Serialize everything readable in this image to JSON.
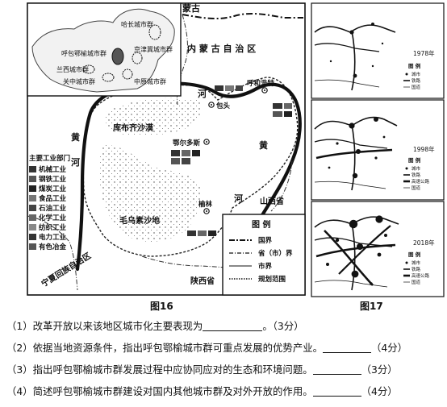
{
  "fig16": {
    "caption": "图16",
    "inset_labels": [
      "哈长城市群",
      "呼包鄂榆城市群",
      "京津冀城市群",
      "兰西城市群",
      "关中城市群",
      "中原城市群"
    ],
    "regions": {
      "mongolia": "蒙古",
      "inner_mongolia": "内 蒙 古 自 治 区",
      "ningxia": "宁夏回族自治区",
      "shaanxi": "陕西省",
      "shanxi": "山西省"
    },
    "river": [
      "黄",
      "河",
      "黄",
      "河",
      "河"
    ],
    "deserts": {
      "kubuqi": "库布齐沙漠",
      "maowusu": "毛乌素沙地"
    },
    "cities": {
      "hohhot": "呼和浩特",
      "baotou": "包头",
      "ordos": "鄂尔多斯",
      "yulin": "榆林"
    },
    "industry_legend": {
      "title": "主要工业部门",
      "items": [
        "机械工业",
        "钢铁工业",
        "煤炭工业",
        "食品工业",
        "石油工业",
        "化学工业",
        "纺织工业",
        "电力工业",
        "有色冶金"
      ]
    },
    "map_legend": {
      "title": "图  例",
      "items": [
        "国界",
        "省（市）界",
        "市界",
        "规划范围"
      ]
    }
  },
  "fig17": {
    "caption": "图17",
    "panels": [
      {
        "year": "1978年",
        "legend_title": "图  例",
        "legend": [
          "城市",
          "铁路",
          "国道"
        ]
      },
      {
        "year": "1998年",
        "legend_title": "图  例",
        "legend": [
          "城市",
          "铁路",
          "高速公路",
          "国道"
        ]
      },
      {
        "year": "2018年",
        "legend_title": "图  例",
        "legend": [
          "城市",
          "铁路",
          "高速公路",
          "国道"
        ]
      }
    ]
  },
  "questions": [
    {
      "text": "（1）改革开放以来该地区城市化主要表现为",
      "tail": "。（3分）"
    },
    {
      "text": "（2）依据当地资源条件，指出呼包鄂榆城市群可重点发展的优势产业。",
      "tail": "（4分）"
    },
    {
      "text": "（3）指出呼包鄂榆城市群发展过程中应协同应对的生态和环境问题。",
      "tail": "（3分）"
    },
    {
      "text": "（4）简述呼包鄂榆城市群建设对国内其他城市群及对外开放的作用。",
      "tail": "（4分）"
    }
  ]
}
